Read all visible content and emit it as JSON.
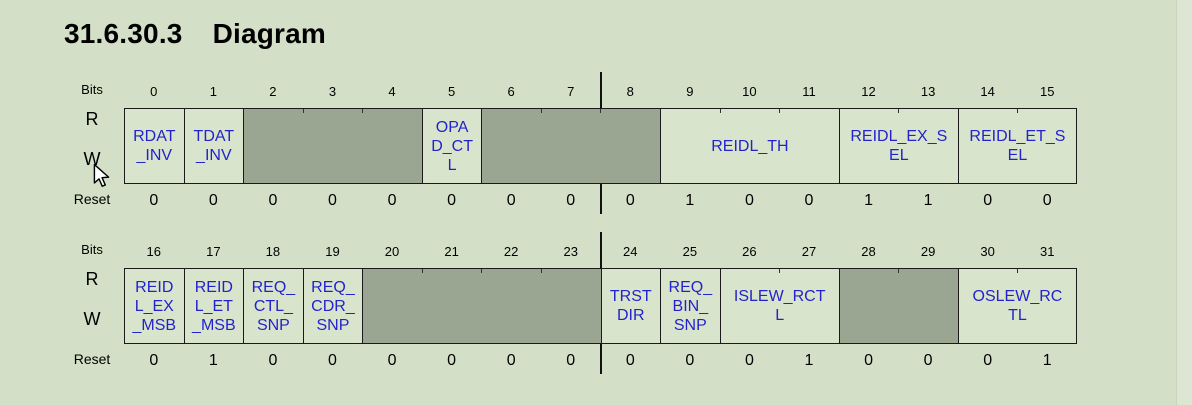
{
  "heading": {
    "section": "31.6.30.3",
    "title": "Diagram"
  },
  "labels": {
    "bits": "Bits",
    "read": "R",
    "write": "W",
    "reset": "Reset"
  },
  "colors": {
    "page_background": "#d3e0c7",
    "cell_background": "#d9e4cd",
    "reserved_background": "#9aa691",
    "field_text": "#2323cb",
    "border": "#1a1a1a"
  },
  "cursor": {
    "icon": "mouse-pointer-icon"
  },
  "tables": [
    {
      "bits": [
        "0",
        "1",
        "2",
        "3",
        "4",
        "5",
        "6",
        "7",
        "8",
        "9",
        "10",
        "11",
        "12",
        "13",
        "14",
        "15"
      ],
      "fields": [
        {
          "name": "RDAT_INV",
          "span": 1,
          "reserved": false,
          "display": "RDAT\n_INV"
        },
        {
          "name": "TDAT_INV",
          "span": 1,
          "reserved": false,
          "display": "TDAT\n_INV"
        },
        {
          "name": "Reserved",
          "span": 3,
          "reserved": true,
          "display": ""
        },
        {
          "name": "OPAD_CTL",
          "span": 1,
          "reserved": false,
          "display": "OPA\nD_CT\nL"
        },
        {
          "name": "Reserved",
          "span": 3,
          "reserved": true,
          "display": ""
        },
        {
          "name": "REIDL_TH",
          "span": 3,
          "reserved": false,
          "display": "REIDL_TH"
        },
        {
          "name": "REIDL_EX_SEL",
          "span": 2,
          "reserved": false,
          "display": "REIDL_EX_S\nEL"
        },
        {
          "name": "REIDL_ET_SEL",
          "span": 2,
          "reserved": false,
          "display": "REIDL_ET_S\nEL"
        }
      ],
      "reset": [
        "0",
        "0",
        "0",
        "0",
        "0",
        "0",
        "0",
        "0",
        "0",
        "1",
        "0",
        "0",
        "1",
        "1",
        "0",
        "0"
      ]
    },
    {
      "bits": [
        "16",
        "17",
        "18",
        "19",
        "20",
        "21",
        "22",
        "23",
        "24",
        "25",
        "26",
        "27",
        "28",
        "29",
        "30",
        "31"
      ],
      "fields": [
        {
          "name": "REIDL_EX_MSB",
          "span": 1,
          "reserved": false,
          "display": "REID\nL_EX\n_MSB"
        },
        {
          "name": "REIDL_ET_MSB",
          "span": 1,
          "reserved": false,
          "display": "REID\nL_ET\n_MSB"
        },
        {
          "name": "REQ_CTL_SNP",
          "span": 1,
          "reserved": false,
          "display": "REQ_\nCTL_\nSNP"
        },
        {
          "name": "REQ_CDR_SNP",
          "span": 1,
          "reserved": false,
          "display": "REQ_\nCDR_\nSNP"
        },
        {
          "name": "Reserved",
          "span": 4,
          "reserved": true,
          "display": ""
        },
        {
          "name": "TRST DIR",
          "span": 1,
          "reserved": false,
          "display": "TRST\nDIR"
        },
        {
          "name": "REQ_BIN_SNP",
          "span": 1,
          "reserved": false,
          "display": "REQ_\nBIN_\nSNP"
        },
        {
          "name": "ISLEW_RCTL",
          "span": 2,
          "reserved": false,
          "display": "ISLEW_RCT\nL"
        },
        {
          "name": "Reserved",
          "span": 2,
          "reserved": true,
          "display": ""
        },
        {
          "name": "OSLEW_RCTL",
          "span": 2,
          "reserved": false,
          "display": "OSLEW_RC\nTL"
        }
      ],
      "reset": [
        "0",
        "1",
        "0",
        "0",
        "0",
        "0",
        "0",
        "0",
        "0",
        "0",
        "0",
        "1",
        "0",
        "0",
        "0",
        "1"
      ]
    }
  ]
}
